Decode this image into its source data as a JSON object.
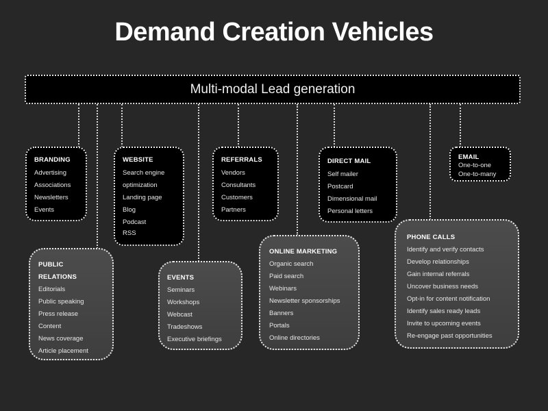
{
  "title": "Demand Creation Vehicles",
  "root": {
    "label": "Multi-modal Lead generation"
  },
  "vehicles": {
    "branding": {
      "title": "BRANDING",
      "items": [
        "Advertising",
        "Associations",
        "Newsletters",
        "Events"
      ]
    },
    "website": {
      "title": "WEBSITE",
      "items": [
        "Search engine",
        "optimization",
        "Landing page",
        "Blog",
        "Podcast",
        "RSS"
      ]
    },
    "referrals": {
      "title": "REFERRALS",
      "items": [
        "Vendors",
        "Consultants",
        "Customers",
        "Partners"
      ]
    },
    "direct_mail": {
      "title": "DIRECT MAIL",
      "items": [
        "Self mailer",
        "Postcard",
        "Dimensional mail",
        "Personal letters"
      ]
    },
    "email": {
      "title": "EMAIL",
      "items": [
        "One-to-one",
        "One-to-many"
      ]
    },
    "public_relations": {
      "title_line1": "PUBLIC",
      "title_line2": "RELATIONS",
      "items": [
        "Editorials",
        "Public speaking",
        "Press release",
        "Content",
        "News coverage",
        "Article placement"
      ]
    },
    "events": {
      "title": "EVENTS",
      "items": [
        "Seminars",
        "Workshops",
        "Webcast",
        "Tradeshows",
        "Executive briefings"
      ]
    },
    "online_marketing": {
      "title": "ONLINE MARKETING",
      "items": [
        "Organic search",
        "Paid search",
        "Webinars",
        "Newsletter sponsorships",
        "Banners",
        "Portals",
        "Online directories"
      ]
    },
    "phone_calls": {
      "title": "PHONE CALLS",
      "items": [
        "Identify and verify contacts",
        "Develop relationships",
        "Gain internal referrals",
        "Uncover business needs",
        "Opt-in for content notification",
        "Identify sales ready leads",
        "Invite to upcoming events",
        "Re-engage past opportunities"
      ]
    }
  },
  "colors": {
    "background": "#272727",
    "root_fill": "#000000",
    "upper_box_fill": "#000000",
    "lower_box_fill": "#464646",
    "border": "#ececec",
    "text": "#ffffff"
  }
}
